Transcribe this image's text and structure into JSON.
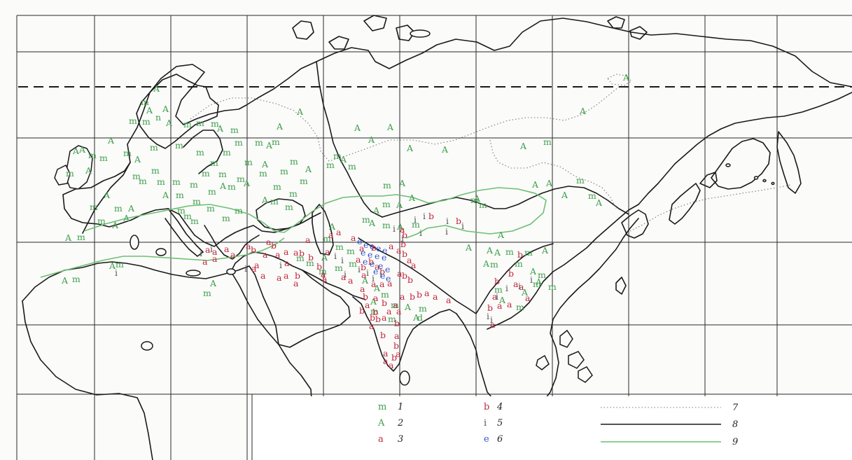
{
  "colors": {
    "ink": "#1a1a1a",
    "green": "#3e9e4a",
    "red": "#c0283a",
    "blue": "#2f55c8",
    "green_line": "#6cbf73",
    "dotted": "#7a7a7a"
  },
  "legend": {
    "symbols": [
      {
        "id": "1",
        "glyph": "m",
        "color": "#3e9e4a"
      },
      {
        "id": "2",
        "glyph": "A",
        "color": "#3e9e4a"
      },
      {
        "id": "3",
        "glyph": "a",
        "color": "#c0283a"
      },
      {
        "id": "4",
        "glyph": "b",
        "color": "#c0283a"
      },
      {
        "id": "5",
        "glyph": "i",
        "color": "#555555"
      },
      {
        "id": "6",
        "glyph": "e",
        "color": "#2f55c8"
      }
    ],
    "lines": [
      {
        "id": "7",
        "style": "dotted"
      },
      {
        "id": "8",
        "style": "solid-black"
      },
      {
        "id": "9",
        "style": "solid-green"
      }
    ]
  },
  "marks": [
    [
      "A",
      219,
      131
    ],
    [
      "A",
      209,
      162
    ],
    [
      "m",
      201,
      150
    ],
    [
      "A",
      232,
      160
    ],
    [
      "n",
      222,
      172
    ],
    [
      "m",
      184,
      177
    ],
    [
      "m",
      203,
      178
    ],
    [
      "A",
      237,
      180
    ],
    [
      "m",
      262,
      182
    ],
    [
      "m",
      280,
      180
    ],
    [
      "m",
      301,
      181
    ],
    [
      "m",
      329,
      190
    ],
    [
      "A",
      310,
      188
    ],
    [
      "A",
      395,
      185
    ],
    [
      "A",
      424,
      164
    ],
    [
      "m",
      364,
      208
    ],
    [
      "A",
      380,
      212
    ],
    [
      "m",
      388,
      207
    ],
    [
      "m",
      335,
      208
    ],
    [
      "m",
      318,
      222
    ],
    [
      "m",
      300,
      237
    ],
    [
      "m",
      280,
      222
    ],
    [
      "m",
      250,
      212
    ],
    [
      "m",
      214,
      215
    ],
    [
      "A",
      192,
      232
    ],
    [
      "m",
      176,
      223
    ],
    [
      "A",
      154,
      205
    ],
    [
      "m",
      126,
      226
    ],
    [
      "m",
      142,
      230
    ],
    [
      "A",
      104,
      220
    ],
    [
      "A",
      113,
      218
    ],
    [
      "A",
      122,
      248
    ],
    [
      "m",
      94,
      252
    ],
    [
      "m",
      189,
      256
    ],
    [
      "m",
      216,
      248
    ],
    [
      "m",
      198,
      263
    ],
    [
      "m",
      224,
      264
    ],
    [
      "A",
      232,
      283
    ],
    [
      "m",
      251,
      283
    ],
    [
      "m",
      246,
      264
    ],
    [
      "m",
      271,
      268
    ],
    [
      "m",
      288,
      252
    ],
    [
      "m",
      312,
      253
    ],
    [
      "m",
      325,
      271
    ],
    [
      "m",
      338,
      260
    ],
    [
      "m",
      349,
      236
    ],
    [
      "A",
      348,
      266
    ],
    [
      "A",
      314,
      270
    ],
    [
      "m",
      297,
      278
    ],
    [
      "m",
      275,
      292
    ],
    [
      "m",
      253,
      305
    ],
    [
      "m",
      262,
      313
    ],
    [
      "m",
      272,
      320
    ],
    [
      "m",
      295,
      302
    ],
    [
      "m",
      317,
      316
    ],
    [
      "m",
      335,
      305
    ],
    [
      "A",
      374,
      290
    ],
    [
      "m",
      386,
      292
    ],
    [
      "m",
      390,
      271
    ],
    [
      "m",
      370,
      252
    ],
    [
      "m",
      400,
      249
    ],
    [
      "m",
      414,
      235
    ],
    [
      "A",
      436,
      246
    ],
    [
      "m",
      428,
      263
    ],
    [
      "m",
      413,
      281
    ],
    [
      "m",
      407,
      300
    ],
    [
      "A",
      148,
      283
    ],
    [
      "m",
      128,
      300
    ],
    [
      "m",
      163,
      302
    ],
    [
      "A",
      176,
      316
    ],
    [
      "A",
      183,
      302
    ],
    [
      "m",
      139,
      320
    ],
    [
      "A",
      160,
      326
    ],
    [
      "A",
      93,
      344
    ],
    [
      "m",
      110,
      343
    ],
    [
      "A",
      88,
      405
    ],
    [
      "m",
      103,
      403
    ],
    [
      "A",
      156,
      384
    ],
    [
      "A",
      300,
      409
    ],
    [
      "m",
      290,
      423
    ],
    [
      "m",
      165,
      382
    ],
    [
      "A",
      374,
      239
    ],
    [
      "A",
      506,
      187
    ],
    [
      "m",
      476,
      227
    ],
    [
      "A",
      486,
      232
    ],
    [
      "m",
      466,
      240
    ],
    [
      "m",
      497,
      242
    ],
    [
      "A",
      526,
      204
    ],
    [
      "A",
      553,
      186
    ],
    [
      "A",
      581,
      216
    ],
    [
      "A",
      631,
      218
    ],
    [
      "A",
      743,
      213
    ],
    [
      "m",
      776,
      207
    ],
    [
      "A",
      760,
      268
    ],
    [
      "A",
      780,
      266
    ],
    [
      "m",
      823,
      262
    ],
    [
      "A",
      802,
      283
    ],
    [
      "m",
      840,
      284
    ],
    [
      "A",
      851,
      294
    ],
    [
      "A",
      828,
      163
    ],
    [
      "A",
      890,
      115
    ],
    [
      "m",
      547,
      269
    ],
    [
      "A",
      570,
      266
    ],
    [
      "A",
      584,
      287
    ],
    [
      "A",
      566,
      297
    ],
    [
      "m",
      546,
      296
    ],
    [
      "A",
      533,
      305
    ],
    [
      "m",
      517,
      318
    ],
    [
      "A",
      527,
      323
    ],
    [
      "m",
      546,
      326
    ],
    [
      "A",
      567,
      328
    ],
    [
      "m",
      588,
      325
    ],
    [
      "m",
      672,
      290
    ],
    [
      "A",
      677,
      288
    ],
    [
      "m",
      684,
      297
    ],
    [
      "A",
      470,
      328
    ],
    [
      "m",
      461,
      345
    ],
    [
      "m",
      479,
      357
    ],
    [
      "m",
      495,
      363
    ],
    [
      "m",
      498,
      381
    ],
    [
      "m",
      478,
      387
    ],
    [
      "m",
      455,
      392
    ],
    [
      "m",
      437,
      380
    ],
    [
      "m",
      423,
      373
    ],
    [
      "A",
      459,
      372
    ],
    [
      "A",
      517,
      405
    ],
    [
      "A",
      534,
      416
    ],
    [
      "m",
      544,
      425
    ],
    [
      "A",
      529,
      435
    ],
    [
      "m",
      529,
      449
    ],
    [
      "m",
      558,
      440
    ],
    [
      "A",
      578,
      443
    ],
    [
      "m",
      554,
      460
    ],
    [
      "A",
      590,
      458
    ],
    [
      "d",
      596,
      458
    ],
    [
      "m",
      598,
      445
    ],
    [
      "A",
      665,
      358
    ],
    [
      "A",
      695,
      362
    ],
    [
      "A",
      706,
      365
    ],
    [
      "m",
      722,
      364
    ],
    [
      "A",
      690,
      381
    ],
    [
      "m",
      700,
      382
    ],
    [
      "m",
      735,
      381
    ],
    [
      "A",
      757,
      392
    ],
    [
      "m",
      749,
      365
    ],
    [
      "A",
      774,
      362
    ],
    [
      "m",
      768,
      397
    ],
    [
      "A",
      765,
      407
    ],
    [
      "A",
      745,
      422
    ],
    [
      "m",
      706,
      418
    ],
    [
      "A",
      713,
      433
    ],
    [
      "m",
      737,
      443
    ],
    [
      "m",
      761,
      410
    ],
    [
      "A",
      711,
      340
    ],
    [
      "m",
      783,
      414
    ],
    [
      "a",
      469,
      340
    ],
    [
      "a",
      480,
      336
    ],
    [
      "a",
      501,
      344
    ],
    [
      "b",
      440,
      372
    ],
    [
      "b",
      421,
      398
    ],
    [
      "a",
      380,
      350
    ],
    [
      "b",
      387,
      355
    ],
    [
      "a",
      375,
      368
    ],
    [
      "a",
      393,
      368
    ],
    [
      "a",
      405,
      364
    ],
    [
      "a",
      419,
      365
    ],
    [
      "a",
      406,
      380
    ],
    [
      "b",
      427,
      366
    ],
    [
      "a",
      436,
      347
    ],
    [
      "a",
      363,
      383
    ],
    [
      "a",
      359,
      388
    ],
    [
      "a",
      372,
      398
    ],
    [
      "a",
      395,
      401
    ],
    [
      "a",
      405,
      398
    ],
    [
      "a",
      419,
      409
    ],
    [
      "b",
      452,
      385
    ],
    [
      "a",
      458,
      396
    ],
    [
      "a",
      460,
      403
    ],
    [
      "a",
      487,
      400
    ],
    [
      "a",
      497,
      405
    ],
    [
      "a",
      516,
      397
    ],
    [
      "b",
      526,
      378
    ],
    [
      "a",
      535,
      385
    ],
    [
      "b",
      542,
      392
    ],
    [
      "a",
      508,
      375
    ],
    [
      "b",
      515,
      386
    ],
    [
      "a",
      530,
      410
    ],
    [
      "a",
      542,
      410
    ],
    [
      "a",
      553,
      409
    ],
    [
      "a",
      514,
      417
    ],
    [
      "b",
      518,
      428
    ],
    [
      "a",
      521,
      440
    ],
    [
      "a",
      533,
      430
    ],
    [
      "b",
      545,
      437
    ],
    [
      "a",
      552,
      449
    ],
    [
      "a",
      561,
      440
    ],
    [
      "a",
      571,
      428
    ],
    [
      "b",
      585,
      428
    ],
    [
      "b",
      595,
      425
    ],
    [
      "a",
      606,
      423
    ],
    [
      "a",
      618,
      428
    ],
    [
      "a",
      637,
      433
    ],
    [
      "b",
      532,
      450
    ],
    [
      "a",
      545,
      458
    ],
    [
      "b",
      528,
      458
    ],
    [
      "b",
      513,
      448
    ],
    [
      "a",
      566,
      449
    ],
    [
      "b",
      563,
      466
    ],
    [
      "a",
      563,
      484
    ],
    [
      "b",
      562,
      498
    ],
    [
      "a",
      565,
      510
    ],
    [
      "b",
      559,
      515
    ],
    [
      "a",
      547,
      509
    ],
    [
      "a",
      547,
      520
    ],
    [
      "a",
      555,
      526
    ],
    [
      "b",
      536,
      460
    ],
    [
      "a",
      527,
      470
    ],
    [
      "b",
      543,
      483
    ],
    [
      "a",
      513,
      359
    ],
    [
      "b",
      530,
      358
    ],
    [
      "a",
      571,
      332
    ],
    [
      "b",
      574,
      340
    ],
    [
      "b",
      572,
      353
    ],
    [
      "a",
      555,
      356
    ],
    [
      "a",
      566,
      362
    ],
    [
      "b",
      574,
      367
    ],
    [
      "a",
      581,
      376
    ],
    [
      "a",
      587,
      383
    ],
    [
      "b",
      574,
      398
    ],
    [
      "b",
      582,
      404
    ],
    [
      "a",
      567,
      395
    ],
    [
      "a",
      293,
      361
    ],
    [
      "a",
      303,
      364
    ],
    [
      "a",
      320,
      360
    ],
    [
      "a",
      329,
      368
    ],
    [
      "a",
      303,
      374
    ],
    [
      "a",
      289,
      378
    ],
    [
      "a",
      351,
      356
    ],
    [
      "b",
      358,
      361
    ],
    [
      "b",
      739,
      368
    ],
    [
      "b",
      706,
      406
    ],
    [
      "a",
      703,
      428
    ],
    [
      "a",
      710,
      441
    ],
    [
      "b",
      696,
      444
    ],
    [
      "a",
      700,
      468
    ],
    [
      "b",
      726,
      395
    ],
    [
      "a",
      733,
      410
    ],
    [
      "a",
      741,
      414
    ],
    [
      "a",
      750,
      430
    ],
    [
      "a",
      724,
      439
    ],
    [
      "a",
      464,
      364
    ],
    [
      "i",
      604,
      313
    ],
    [
      "b",
      612,
      313
    ],
    [
      "i",
      637,
      320
    ],
    [
      "b",
      651,
      320
    ],
    [
      "i",
      659,
      327
    ],
    [
      "i",
      636,
      335
    ],
    [
      "i",
      599,
      337
    ],
    [
      "i",
      591,
      318
    ],
    [
      "i",
      542,
      396
    ],
    [
      "i",
      511,
      389
    ],
    [
      "i",
      399,
      383
    ],
    [
      "i",
      349,
      388
    ],
    [
      "i",
      300,
      360
    ],
    [
      "i",
      285,
      366
    ],
    [
      "i",
      164,
      394
    ],
    [
      "i",
      708,
      428
    ],
    [
      "i",
      722,
      416
    ],
    [
      "i",
      740,
      413
    ],
    [
      "i",
      757,
      404
    ],
    [
      "i",
      700,
      461
    ],
    [
      "i",
      695,
      456
    ],
    [
      "i",
      573,
      345
    ],
    [
      "i",
      561,
      331
    ],
    [
      "i",
      477,
      370
    ],
    [
      "i",
      487,
      376
    ],
    [
      "i",
      491,
      396
    ],
    [
      "i",
      523,
      394
    ],
    [
      "i",
      531,
      402
    ],
    [
      "e",
      510,
      349
    ],
    [
      "e",
      519,
      354
    ],
    [
      "e",
      528,
      356
    ],
    [
      "e",
      537,
      359
    ],
    [
      "e",
      546,
      362
    ],
    [
      "e",
      515,
      365
    ],
    [
      "e",
      525,
      368
    ],
    [
      "e",
      535,
      370
    ],
    [
      "e",
      545,
      372
    ],
    [
      "e",
      518,
      378
    ],
    [
      "e",
      528,
      381
    ],
    [
      "e",
      540,
      384
    ],
    [
      "e",
      550,
      389
    ],
    [
      "e",
      533,
      392
    ],
    [
      "e",
      543,
      398
    ],
    [
      "e",
      551,
      402
    ]
  ]
}
